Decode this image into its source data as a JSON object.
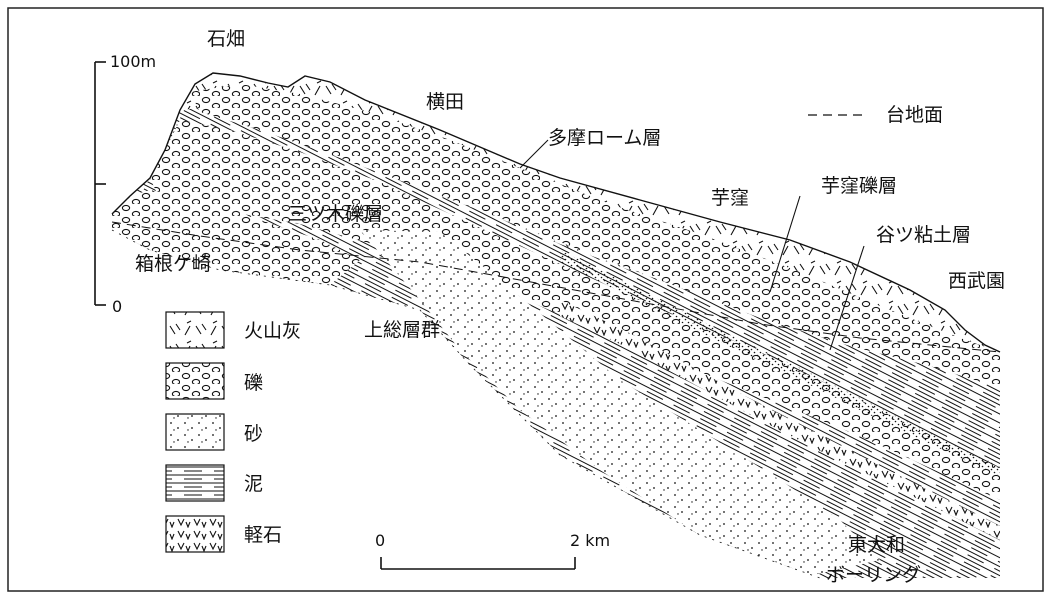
{
  "scale_bar": {
    "top": "100m",
    "bottom": "0"
  },
  "places": {
    "ishihata": "石畑",
    "yokota": "横田",
    "tama_loam": "多摩ローム層",
    "imokubo": "芋窪",
    "imokubo_gravel": "芋窪礫層",
    "yatsu_clay": "谷ツ粘土層",
    "seibuen": "西武園",
    "mitsugi_gravel": "三ツ木礫層",
    "hakonegasaki": "箱根ケ崎",
    "kazusa_group": "上総層群",
    "higashiyamato_boring_line1": "東大和",
    "higashiyamato_boring_line2": "ボーリング"
  },
  "terrace_surface_legend": "台地面",
  "legend": [
    {
      "key": "ash",
      "label": "火山灰"
    },
    {
      "key": "gravel",
      "label": "礫"
    },
    {
      "key": "sand",
      "label": "砂"
    },
    {
      "key": "mud",
      "label": "泥"
    },
    {
      "key": "pumice",
      "label": "軽石"
    }
  ],
  "distance_scale": {
    "start": "0",
    "end": "2 km"
  },
  "colors": {
    "ink": "#111111",
    "frame": "#222222",
    "paper": "#ffffff"
  }
}
